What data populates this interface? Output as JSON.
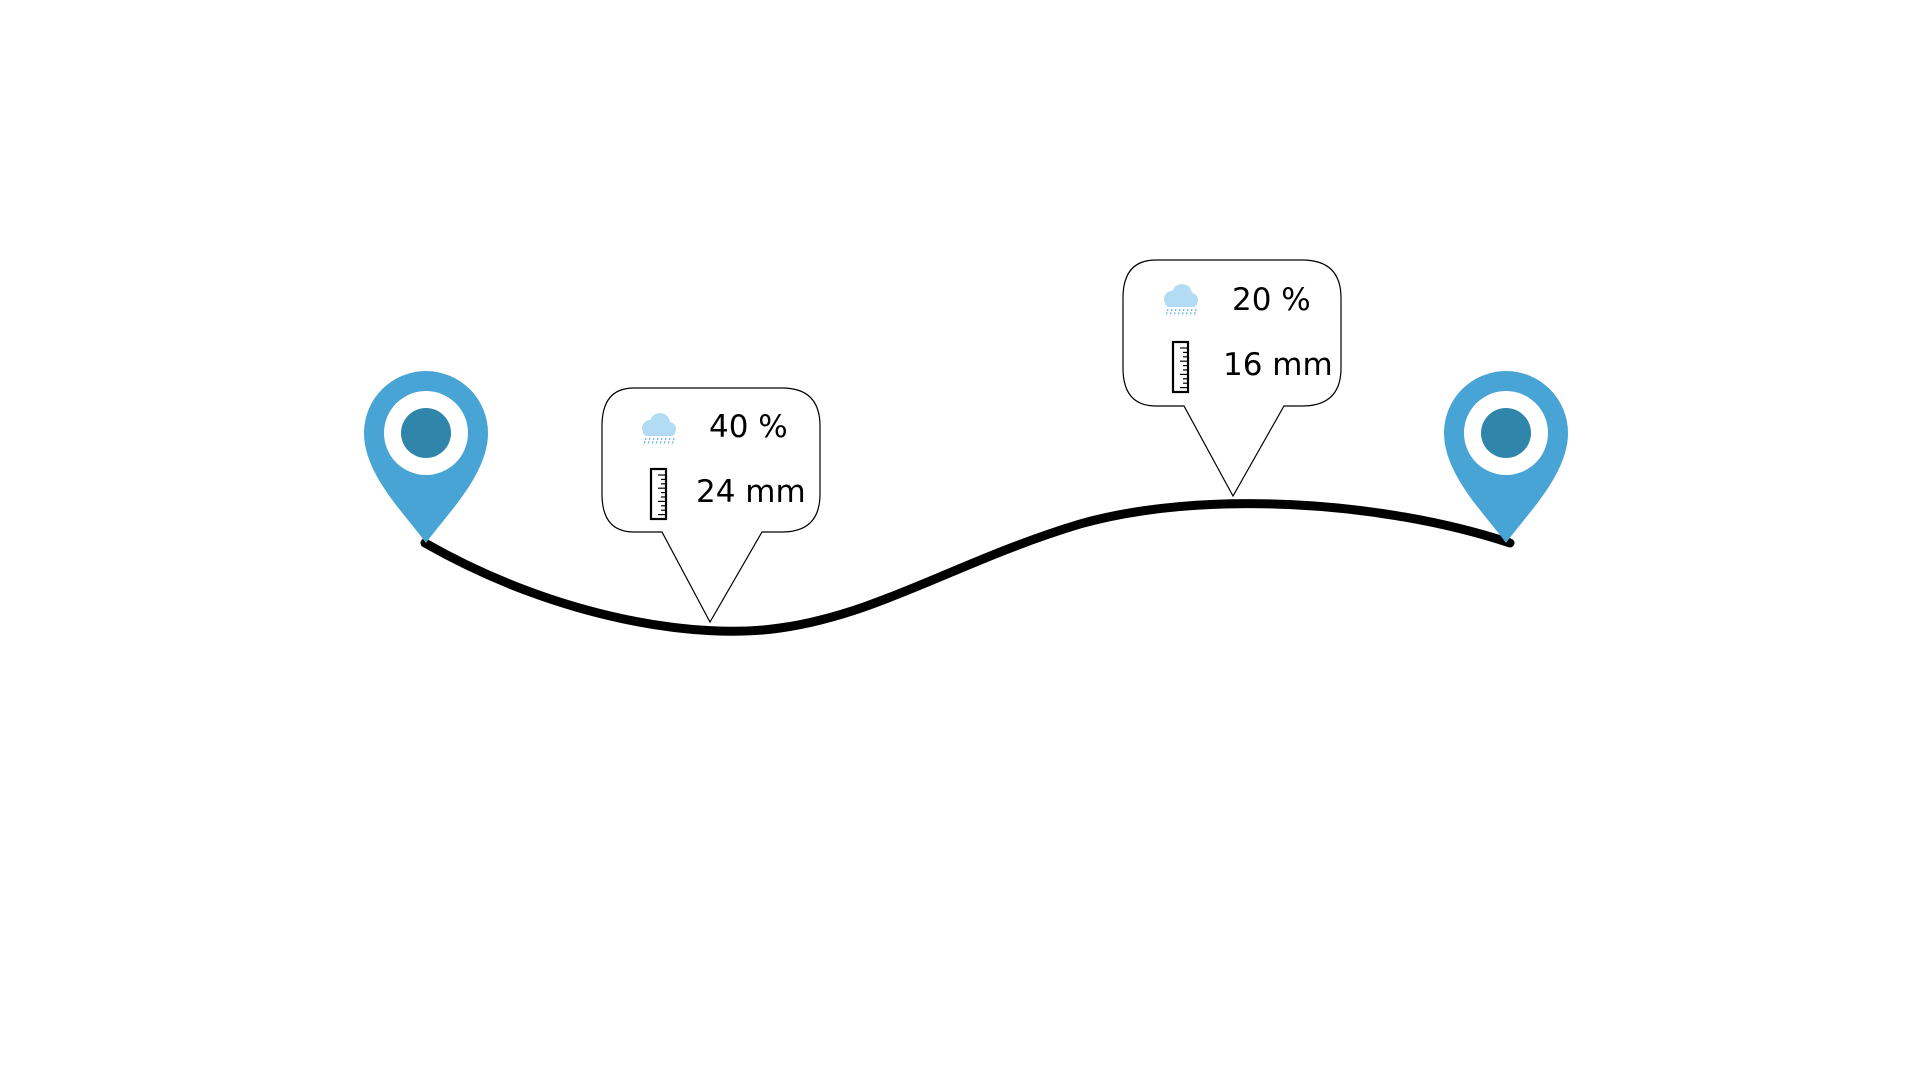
{
  "route": {
    "line_color": "#000000",
    "pin_color": "#47a4d5",
    "pin_ring_color": "#ffffff",
    "pin_center_color": "#2f86aa"
  },
  "pins": [
    {
      "name": "start-pin",
      "icon": "map-pin-icon"
    },
    {
      "name": "end-pin",
      "icon": "map-pin-icon"
    }
  ],
  "callouts": [
    {
      "precipitation_chance": "40 %",
      "rainfall": "24 mm",
      "icons": [
        "rain-cloud-icon",
        "ruler-icon"
      ]
    },
    {
      "precipitation_chance": "20 %",
      "rainfall": "16 mm",
      "icons": [
        "rain-cloud-icon",
        "ruler-icon"
      ]
    }
  ],
  "icon_colors": {
    "cloud": "#b3dcf4",
    "rain": "#6fb5e3",
    "ruler": "#000000"
  }
}
